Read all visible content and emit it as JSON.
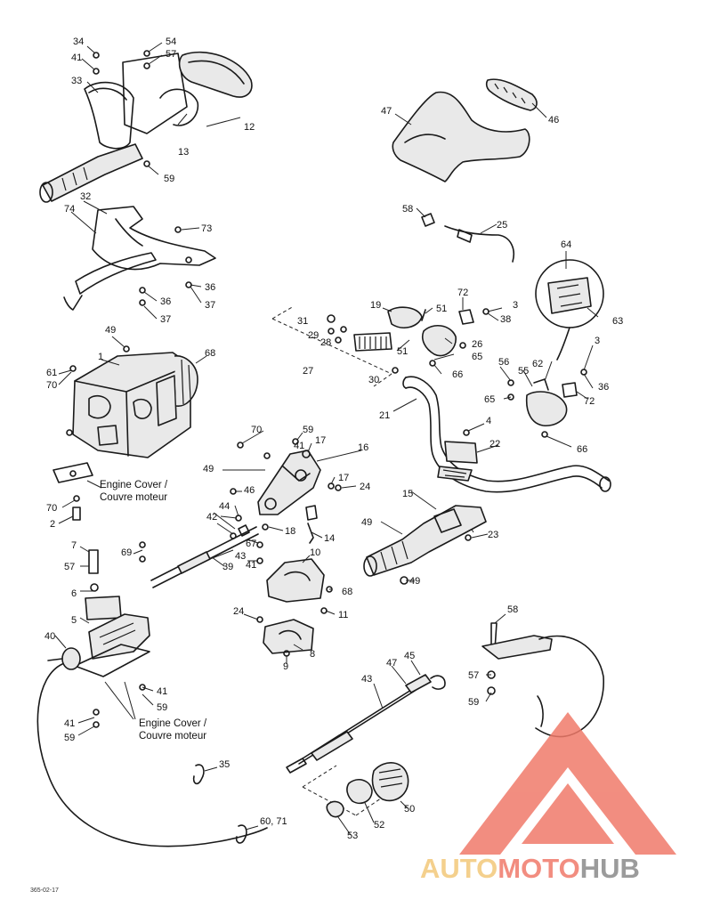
{
  "callouts": [
    {
      "id": "c34a",
      "text": "34"
    },
    {
      "id": "c41a",
      "text": "41"
    },
    {
      "id": "c33",
      "text": "33"
    },
    {
      "id": "c54",
      "text": "54"
    },
    {
      "id": "c57a",
      "text": "57"
    },
    {
      "id": "c12",
      "text": "12"
    },
    {
      "id": "c13",
      "text": "13"
    },
    {
      "id": "c59a",
      "text": "59"
    },
    {
      "id": "c47a",
      "text": "47"
    },
    {
      "id": "c46a",
      "text": "46"
    },
    {
      "id": "c32",
      "text": "32"
    },
    {
      "id": "c74",
      "text": "74"
    },
    {
      "id": "c73",
      "text": "73"
    },
    {
      "id": "c36a",
      "text": "36"
    },
    {
      "id": "c36b",
      "text": "36"
    },
    {
      "id": "c37a",
      "text": "37"
    },
    {
      "id": "c37b",
      "text": "37"
    },
    {
      "id": "c58a",
      "text": "58"
    },
    {
      "id": "c25",
      "text": "25"
    },
    {
      "id": "c64",
      "text": "64"
    },
    {
      "id": "c63",
      "text": "63"
    },
    {
      "id": "c72a",
      "text": "72"
    },
    {
      "id": "c19",
      "text": "19"
    },
    {
      "id": "c51a",
      "text": "51"
    },
    {
      "id": "c3a",
      "text": "3"
    },
    {
      "id": "c38",
      "text": "38"
    },
    {
      "id": "c31",
      "text": "31"
    },
    {
      "id": "c29a",
      "text": "29"
    },
    {
      "id": "c28",
      "text": "28"
    },
    {
      "id": "c26",
      "text": "26"
    },
    {
      "id": "c51b",
      "text": "51"
    },
    {
      "id": "c65a",
      "text": "65"
    },
    {
      "id": "c27",
      "text": "27"
    },
    {
      "id": "c30",
      "text": "30"
    },
    {
      "id": "c66a",
      "text": "66"
    },
    {
      "id": "c3b",
      "text": "3"
    },
    {
      "id": "c56",
      "text": "56"
    },
    {
      "id": "c55",
      "text": "55"
    },
    {
      "id": "c62",
      "text": "62"
    },
    {
      "id": "c36c",
      "text": "36"
    },
    {
      "id": "c65b",
      "text": "65"
    },
    {
      "id": "c72b",
      "text": "72"
    },
    {
      "id": "c49a",
      "text": "49"
    },
    {
      "id": "c1",
      "text": "1"
    },
    {
      "id": "c68",
      "text": "68"
    },
    {
      "id": "c61",
      "text": "61"
    },
    {
      "id": "c70a",
      "text": "70"
    },
    {
      "id": "c21",
      "text": "21"
    },
    {
      "id": "c4",
      "text": "4"
    },
    {
      "id": "c22",
      "text": "22"
    },
    {
      "id": "c66b",
      "text": "66"
    },
    {
      "id": "c70b",
      "text": "70"
    },
    {
      "id": "c59b",
      "text": "59"
    },
    {
      "id": "c41b",
      "text": "41"
    },
    {
      "id": "c17a",
      "text": "17"
    },
    {
      "id": "c16",
      "text": "16"
    },
    {
      "id": "c49b",
      "text": "49"
    },
    {
      "id": "c17b",
      "text": "17"
    },
    {
      "id": "c24a",
      "text": "24"
    },
    {
      "id": "c46b",
      "text": "46"
    },
    {
      "id": "c70c",
      "text": "70"
    },
    {
      "id": "c2",
      "text": "2"
    },
    {
      "id": "c44",
      "text": "44"
    },
    {
      "id": "c42",
      "text": "42"
    },
    {
      "id": "c43a",
      "text": "43"
    },
    {
      "id": "c18",
      "text": "18"
    },
    {
      "id": "c14",
      "text": "14"
    },
    {
      "id": "c15",
      "text": "15"
    },
    {
      "id": "c49c",
      "text": "49"
    },
    {
      "id": "c23",
      "text": "23"
    },
    {
      "id": "c7",
      "text": "7"
    },
    {
      "id": "c69",
      "text": "69"
    },
    {
      "id": "c57b",
      "text": "57"
    },
    {
      "id": "c39",
      "text": "39"
    },
    {
      "id": "c67",
      "text": "67"
    },
    {
      "id": "c41c",
      "text": "41"
    },
    {
      "id": "c10",
      "text": "10"
    },
    {
      "id": "c68b",
      "text": "68"
    },
    {
      "id": "c11",
      "text": "11"
    },
    {
      "id": "c49d",
      "text": "49"
    },
    {
      "id": "c6",
      "text": "6"
    },
    {
      "id": "c24b",
      "text": "24"
    },
    {
      "id": "c5",
      "text": "5"
    },
    {
      "id": "c8",
      "text": "8"
    },
    {
      "id": "c9",
      "text": "9"
    },
    {
      "id": "c40",
      "text": "40"
    },
    {
      "id": "c41d",
      "text": "41"
    },
    {
      "id": "c59c",
      "text": "59"
    },
    {
      "id": "c41e",
      "text": "41"
    },
    {
      "id": "c59d",
      "text": "59"
    },
    {
      "id": "c58b",
      "text": "58"
    },
    {
      "id": "c47b",
      "text": "47"
    },
    {
      "id": "c45",
      "text": "45"
    },
    {
      "id": "c43b",
      "text": "43"
    },
    {
      "id": "c57c",
      "text": "57"
    },
    {
      "id": "c59e",
      "text": "59"
    },
    {
      "id": "c35",
      "text": "35"
    },
    {
      "id": "c50",
      "text": "50"
    },
    {
      "id": "c52",
      "text": "52"
    },
    {
      "id": "c53",
      "text": "53"
    },
    {
      "id": "c6071",
      "text": "60, 71"
    }
  ],
  "notes": {
    "engine_cover_1a": "Engine Cover /",
    "engine_cover_1b": "Couvre moteur",
    "engine_cover_2a": "Engine Cover /",
    "engine_cover_2b": "Couvre moteur"
  },
  "figure_code": "365-02-17",
  "watermark": {
    "part1": "AUTO",
    "part2": "MOTO",
    "part3": "HUB",
    "color_auto": "#f3c87a",
    "color_moto": "#f07a6a",
    "color_hub": "#8a8a8a",
    "color_mark": "#f07a6a"
  }
}
